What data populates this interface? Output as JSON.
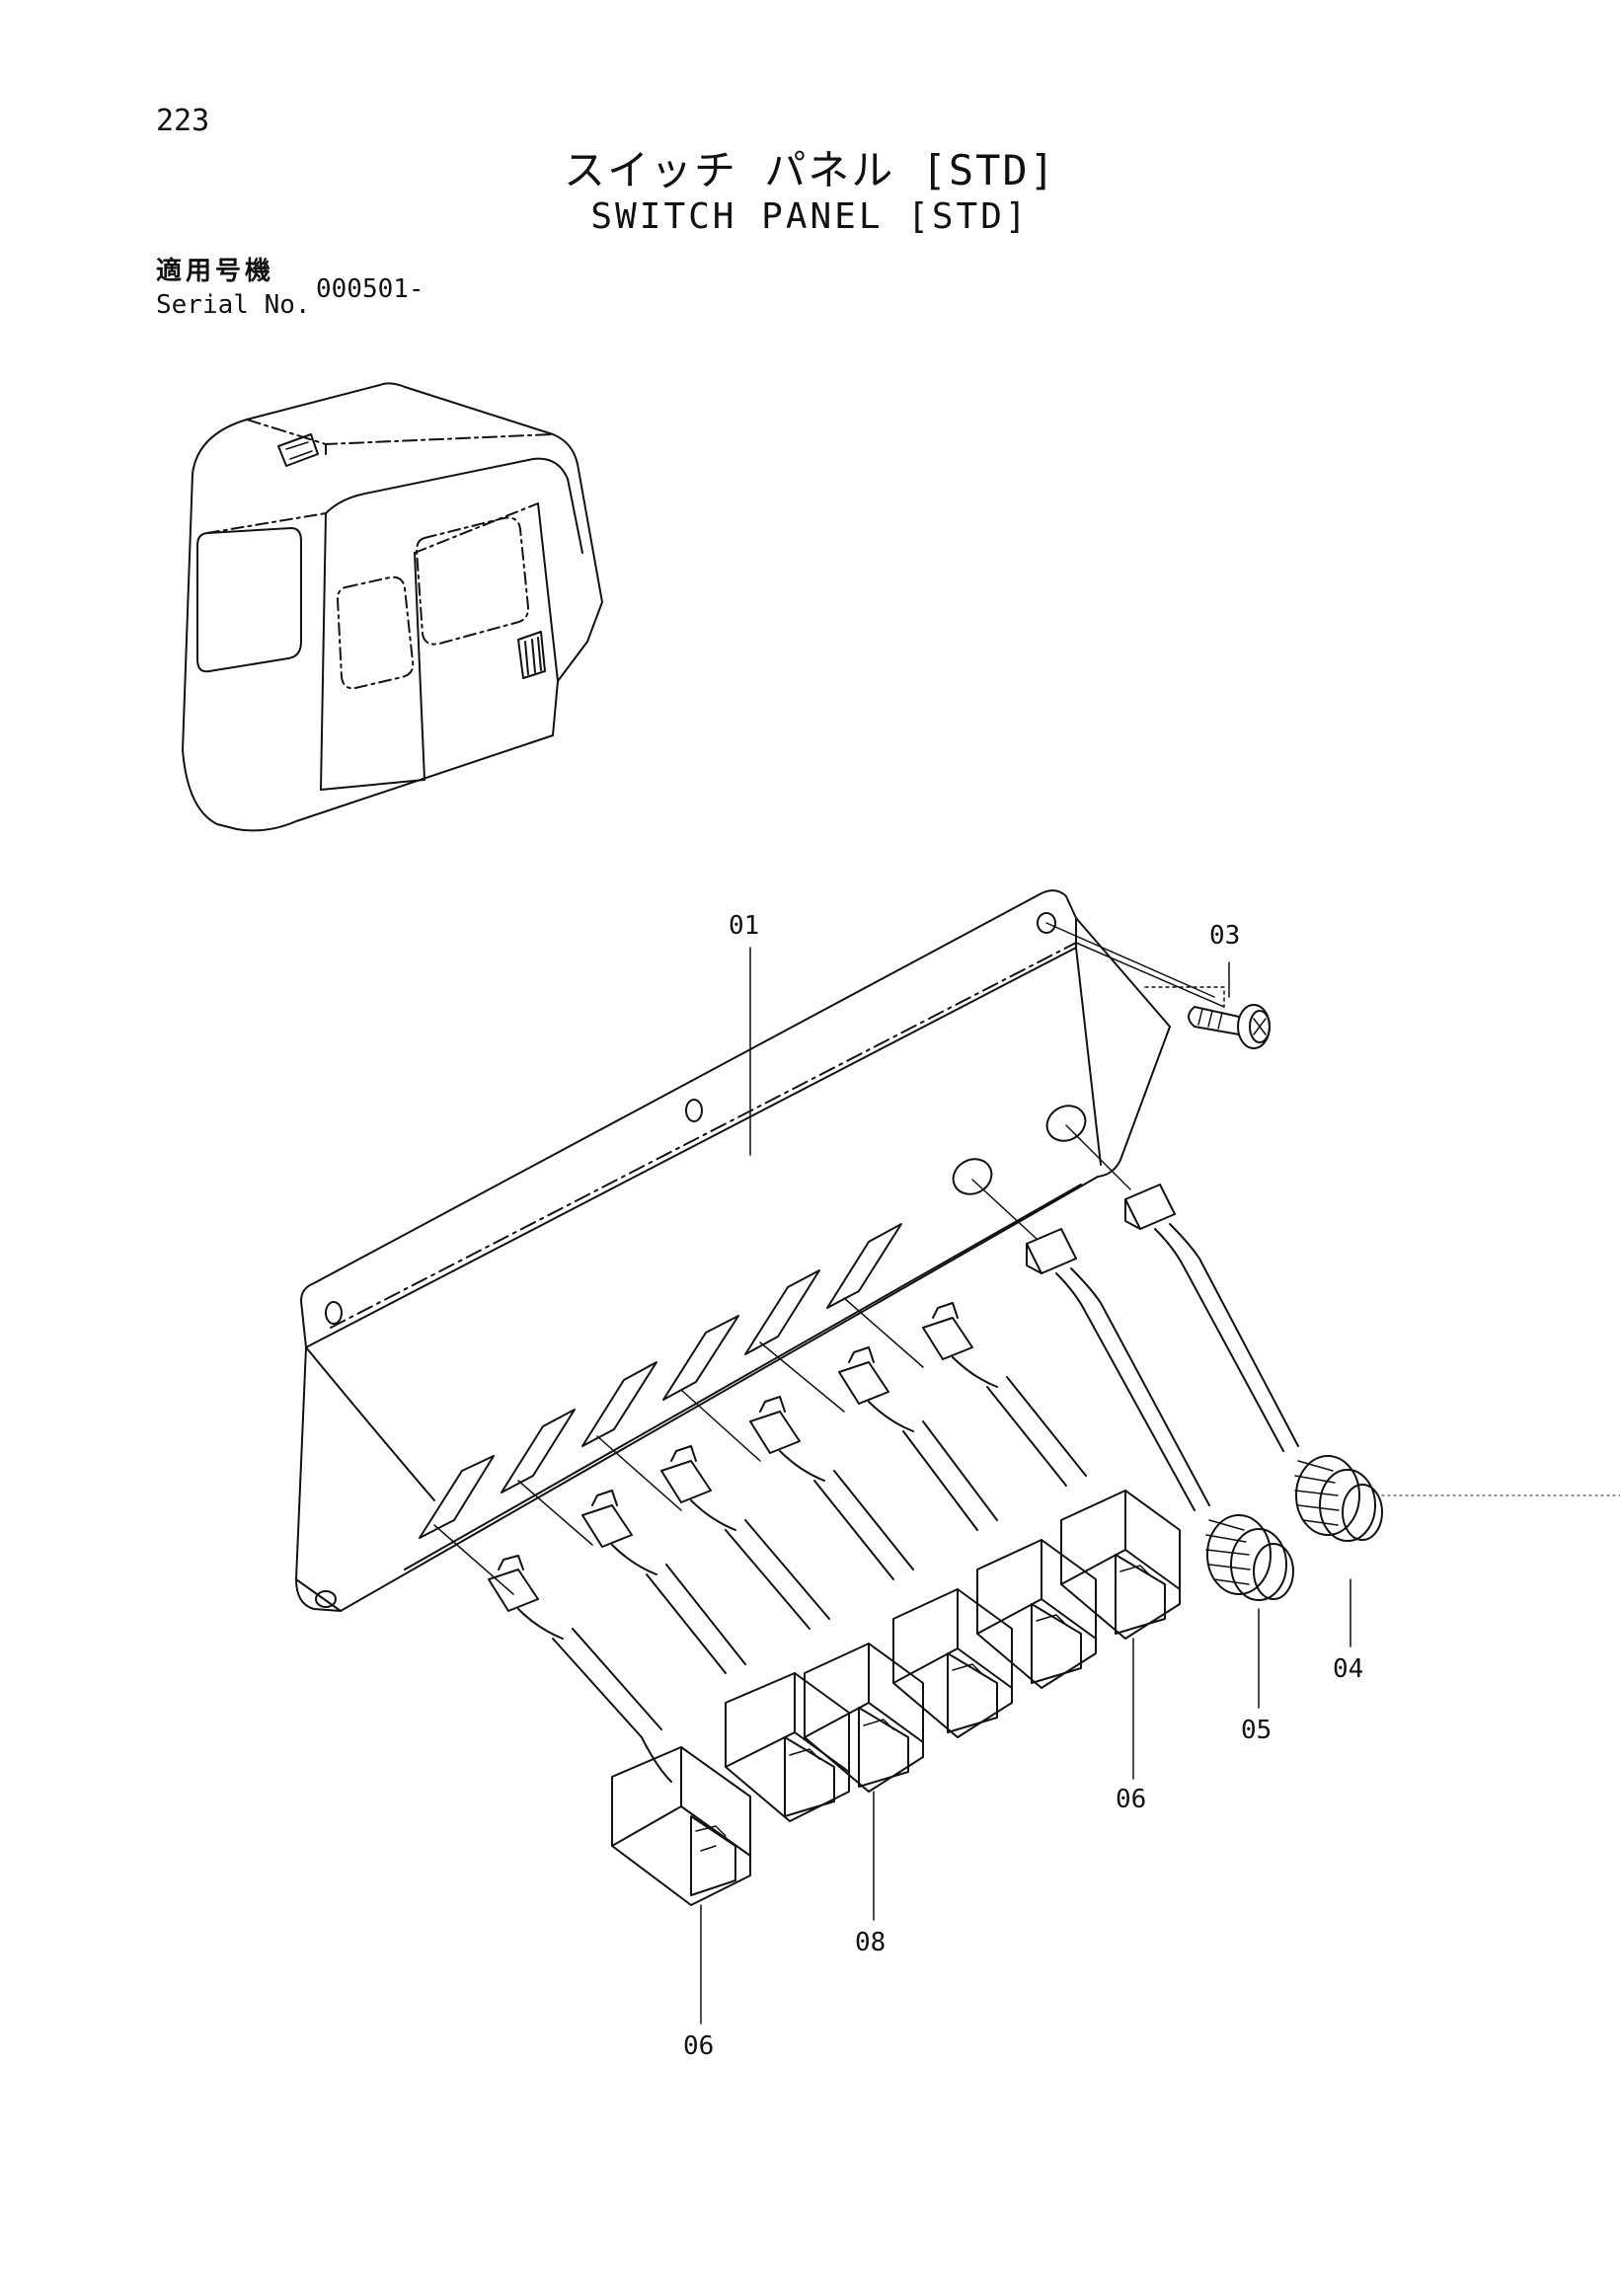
{
  "page_number": "223",
  "title_jp": "スイッチ パネル [STD]",
  "title_en": "SWITCH PANEL [STD]",
  "serial": {
    "label_jp": "適用号機",
    "label_en": "Serial No.",
    "value": "000501-"
  },
  "callouts": {
    "c01": "01",
    "c03": "03",
    "c04": "04",
    "c05": "05",
    "c06_right": "06",
    "c06_bottom": "06",
    "c08": "08"
  },
  "colors": {
    "ink": "#111111",
    "paper": "#ffffff"
  }
}
